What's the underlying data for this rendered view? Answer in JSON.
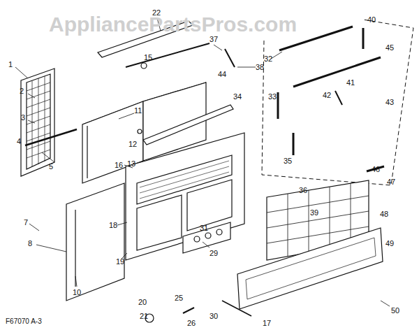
{
  "diagram": {
    "labels": [
      "AppliancePartsPros.com",
      "22",
      "1",
      "2",
      "3",
      "4",
      "5",
      "7",
      "8",
      "10",
      "11",
      "12",
      "13",
      "15",
      "16",
      "18",
      "19",
      "20",
      "21",
      "25",
      "26",
      "29",
      "30",
      "31",
      "32",
      "33",
      "34",
      "35",
      "36",
      "37",
      "38",
      "39",
      "40",
      "41",
      "42",
      "43",
      "44",
      "45",
      "46",
      "47",
      "48",
      "49",
      "50",
      "17",
      "F67070 A-3"
    ]
  }
}
